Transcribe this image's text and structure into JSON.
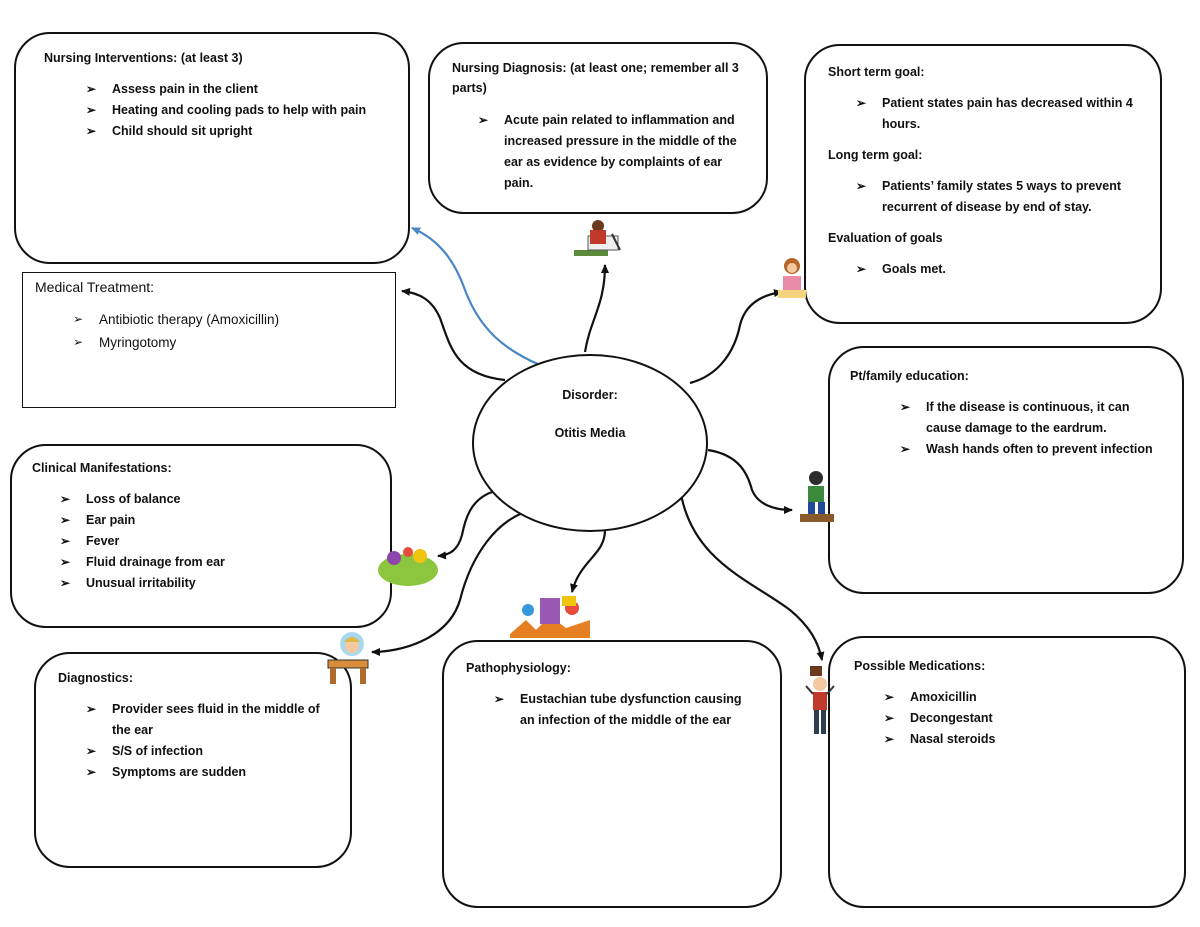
{
  "center": {
    "label": "Disorder:",
    "name": "Otitis Media"
  },
  "nursing_interventions": {
    "title": "Nursing Interventions: (at least 3)",
    "items": [
      "Assess pain in the client",
      "Heating and cooling pads to help with pain",
      "Child should sit upright"
    ]
  },
  "nursing_diagnosis": {
    "title": "Nursing Diagnosis: (at least one; remember all 3 parts)",
    "items": [
      "Acute pain related to inflammation and increased pressure in the middle of the ear as evidence by complaints of ear pain."
    ]
  },
  "goals": {
    "short_title": "Short term goal:",
    "short_items": [
      "Patient states pain has decreased within 4 hours."
    ],
    "long_title": "Long term goal:",
    "long_items": [
      "Patients’ family states 5 ways to prevent recurrent of disease by end of stay."
    ],
    "eval_title": "Evaluation of goals",
    "eval_items": [
      "Goals met."
    ]
  },
  "medical_treatment": {
    "title": "Medical Treatment:",
    "items": [
      "Antibiotic therapy (Amoxicillin)",
      "Myringotomy"
    ]
  },
  "education": {
    "title": "Pt/family education:",
    "items": [
      "If the disease is continuous, it can cause damage to the eardrum.",
      "Wash hands often to prevent infection"
    ]
  },
  "clinical": {
    "title": "Clinical Manifestations:",
    "items": [
      "Loss of balance",
      "Ear pain",
      "Fever",
      "Fluid drainage from ear",
      "Unusual irritability"
    ]
  },
  "diagnostics": {
    "title": "Diagnostics:",
    "items": [
      "Provider sees fluid in the middle of the ear",
      "S/S of infection",
      "Symptoms are sudden"
    ]
  },
  "pathophysiology": {
    "title": "Pathophysiology:",
    "items": [
      "Eustachian tube dysfunction causing an infection of the middle of the ear"
    ]
  },
  "medications": {
    "title": "Possible Medications:",
    "items": [
      "Amoxicillin",
      "Decongestant",
      "Nasal steroids"
    ]
  },
  "colors": {
    "outline": "#111111",
    "highlight_arrow": "#4a86c5"
  }
}
